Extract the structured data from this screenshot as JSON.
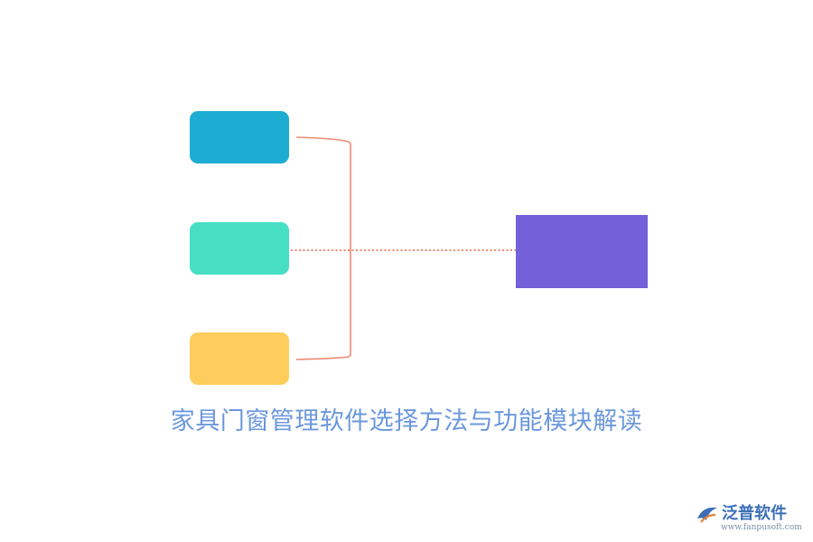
{
  "diagram": {
    "title": "家具门窗管理软件选择方法与功能模块解读",
    "nodes": [
      {
        "id": "node-1",
        "color": "#1eadd2"
      },
      {
        "id": "node-2",
        "color": "#46dfc4"
      },
      {
        "id": "node-3",
        "color": "#fecd5c"
      }
    ],
    "target": {
      "color": "#7460d8"
    },
    "connector_color": "#ee8a73"
  },
  "watermark": {
    "brand": "泛普软件",
    "url": "www.fanpusoft.com"
  }
}
